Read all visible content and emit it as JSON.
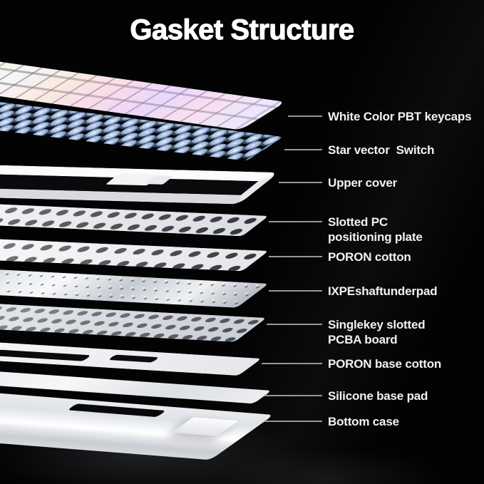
{
  "title": "Gasket Structure",
  "colors": {
    "background": "#000000",
    "title_text": "#ffffff",
    "label_text": "#f2f2f2",
    "leader_line": "#979797",
    "switch_blue": "#aec4e4",
    "plate_white": "#f2f3f5",
    "ixpe_silver": "#d9dce1"
  },
  "diagram": {
    "type": "exploded-view",
    "subject": "gasket-mount mechanical keyboard layer stack",
    "layers": [
      {
        "id": "keycaps",
        "lines": [
          "White Color PBT keycaps"
        ]
      },
      {
        "id": "switches",
        "lines": [
          "Star vector  Switch"
        ]
      },
      {
        "id": "upper-cover",
        "lines": [
          "Upper cover"
        ]
      },
      {
        "id": "positioning-plate",
        "lines": [
          "Slotted PC",
          "positioning plate"
        ]
      },
      {
        "id": "poron-cotton",
        "lines": [
          "PORON cotton"
        ]
      },
      {
        "id": "ixpe-underpad",
        "lines": [
          "IXPEshaftunderpad"
        ]
      },
      {
        "id": "pcba-board",
        "lines": [
          "Singlekey slotted",
          "PCBA board"
        ]
      },
      {
        "id": "poron-base-cotton",
        "lines": [
          "PORON base cotton"
        ]
      },
      {
        "id": "silicone-base-pad",
        "lines": [
          "Silicone base pad"
        ]
      },
      {
        "id": "bottom-case",
        "lines": [
          "Bottom case"
        ]
      }
    ]
  }
}
